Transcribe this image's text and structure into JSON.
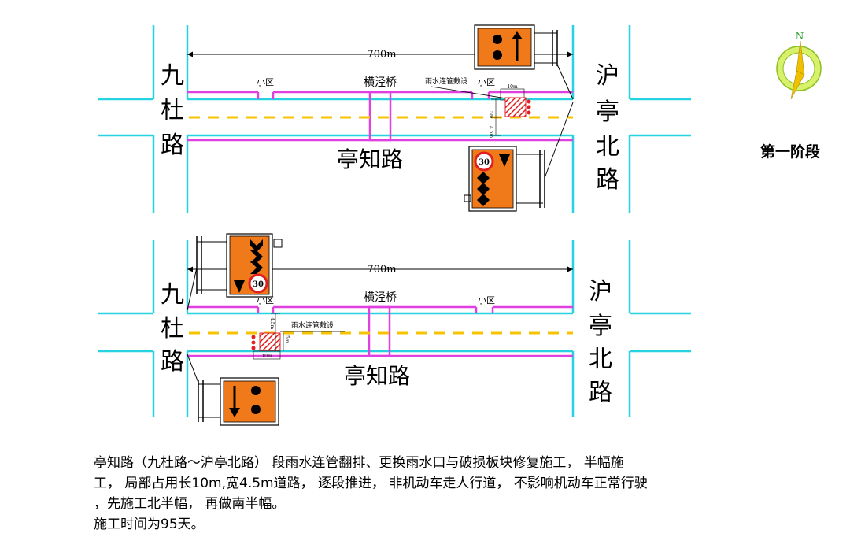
{
  "phase_label": "第一阶段",
  "compass_letter": "N",
  "sections": [
    {
      "distance": "700m",
      "road_left": [
        "九",
        "杜",
        "路"
      ],
      "road_right": [
        "沪",
        "亭",
        "北",
        "路"
      ],
      "main_road": "亭知路",
      "bridge": "横泾桥",
      "community_left": "小区",
      "community_right": "小区",
      "pipe_note": "雨水连管敷设",
      "dim_length": "10m",
      "dim_width1": "5m",
      "dim_width2": "4.5m",
      "sign_speed": "30"
    },
    {
      "distance": "700m",
      "road_left": [
        "九",
        "杜",
        "路"
      ],
      "road_right": [
        "沪",
        "亭",
        "北",
        "路"
      ],
      "main_road": "亭知路",
      "bridge": "横泾桥",
      "community_left": "小区",
      "community_right": "小区",
      "pipe_note": "雨水连管敷设",
      "dim_length": "10m",
      "dim_width1": "5m",
      "dim_width2": "4.5m",
      "sign_speed": "30"
    }
  ],
  "description": {
    "line1": "亭知路（九杜路～沪亭北路） 段雨水连管翻排、更换雨水口与破损板块修复施工，  半幅施",
    "line2": "工，  局部占用长10m,宽4.5m道路，  逐段推进，  非机动车走人行道，  不影响机动车正常行驶",
    "line3": "，先施工北半幅，  再做南半幅。",
    "line4": "施工时间为95天。"
  },
  "colors": {
    "road_edge": "#27d3e0",
    "sidewalk": "#e040e0",
    "centerline": "#f7c300",
    "sign_orange": "#f07a1a",
    "hatch_red": "#e02020"
  }
}
